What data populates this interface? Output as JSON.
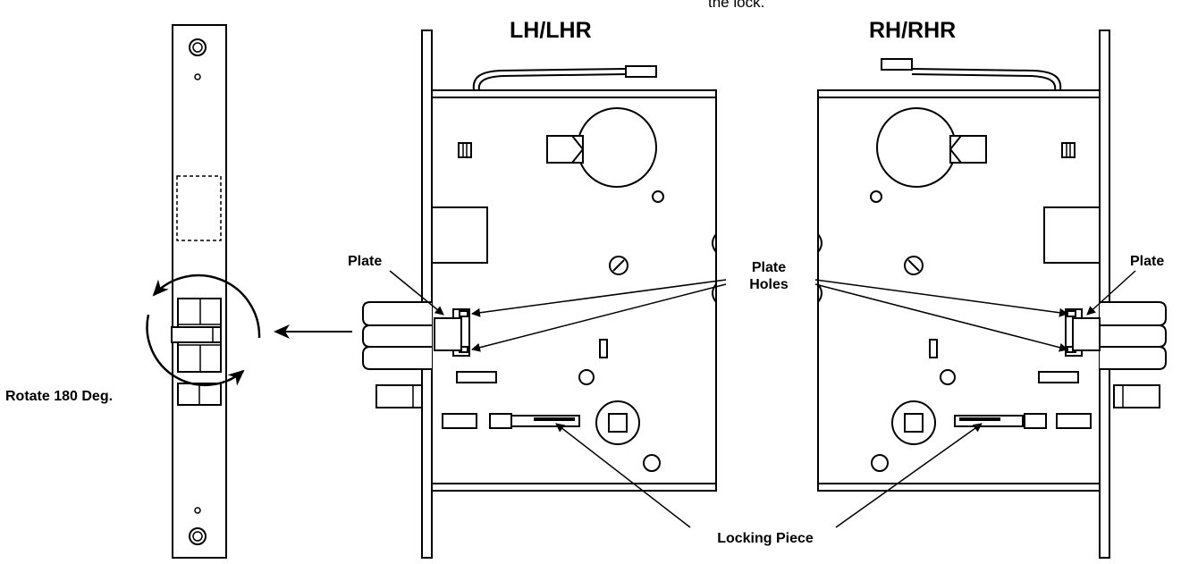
{
  "diagram": {
    "top_note": "the lock.",
    "left_header": "LH/LHR",
    "right_header": "RH/RHR",
    "rotate_label": "Rotate 180 Deg.",
    "plate_label_left": "Plate",
    "plate_label_right": "Plate",
    "plate_holes_line1": "Plate",
    "plate_holes_line2": "Holes",
    "locking_piece_label": "Locking Piece"
  }
}
